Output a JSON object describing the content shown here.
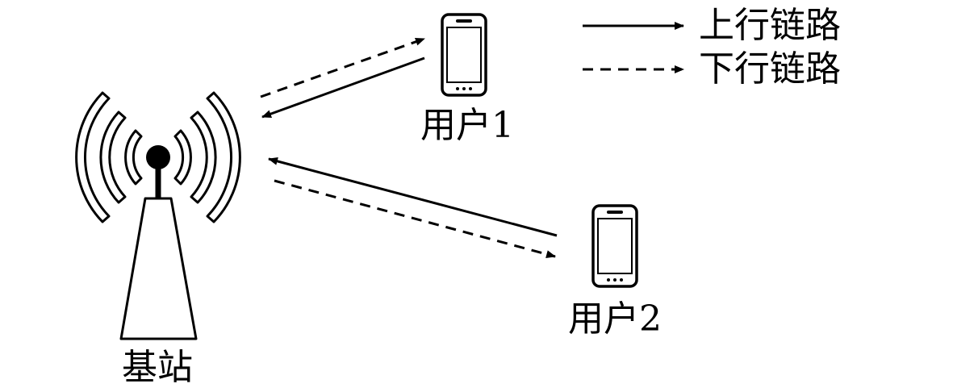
{
  "base_station": {
    "label": "基站"
  },
  "users": [
    {
      "label": "用户1"
    },
    {
      "label": "用户2"
    }
  ],
  "legend": {
    "uplink_label": "上行链路",
    "downlink_label": "下行链路"
  },
  "icons": {
    "base_station": "antenna-tower-icon",
    "user_device": "smartphone-icon"
  },
  "colors": {
    "stroke": "#000000",
    "background": "#ffffff"
  }
}
